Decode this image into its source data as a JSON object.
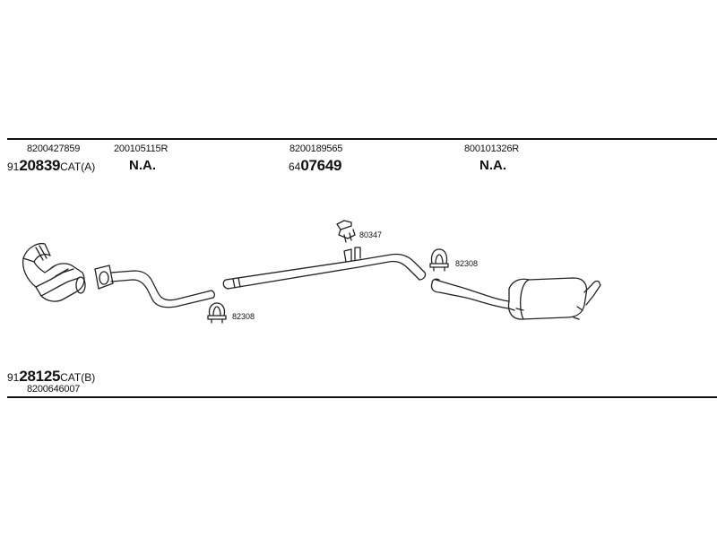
{
  "columns": {
    "col1": {
      "oe_number": "8200427859",
      "part_prefix": "91",
      "part_main": "20839",
      "part_suffix": "CAT(A)"
    },
    "col2": {
      "oe_number": "200105115R",
      "status": "N.A."
    },
    "col3": {
      "oe_number": "8200189565",
      "part_prefix": "64",
      "part_main": "07649"
    },
    "col4": {
      "oe_number": "800101326R",
      "status": "N.A."
    }
  },
  "bottom_part": {
    "part_prefix": "91",
    "part_main": "28125",
    "part_suffix": "CAT(B)",
    "oe_number": "8200646007"
  },
  "clamp_labels": {
    "clamp_left": "82308",
    "hanger": "80347",
    "clamp_right": "82308"
  }
}
